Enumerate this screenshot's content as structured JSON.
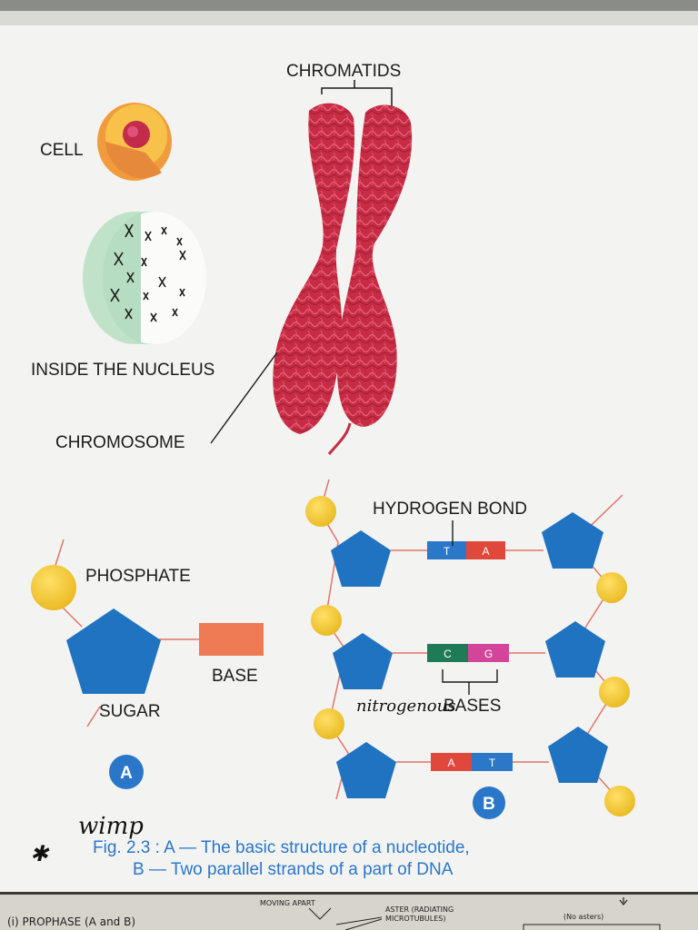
{
  "top_labels": {
    "cell": "CELL",
    "chromatids": "CHROMATIDS",
    "inside_nucleus": "INSIDE THE NUCLEUS",
    "chromosome": "CHROMOSOME"
  },
  "nucleotide": {
    "phosphate": "PHOSPHATE",
    "base": "BASE",
    "sugar": "SUGAR",
    "badge": "A"
  },
  "dna": {
    "hydrogen_bond": "HYDROGEN BOND",
    "bases_label": "BASES",
    "badge": "B",
    "pairs": [
      {
        "left": "T",
        "right": "A",
        "left_color": "#2b78c8",
        "right_color": "#e0483c"
      },
      {
        "left": "C",
        "right": "G",
        "left_color": "#1f7a58",
        "right_color": "#d3459a"
      },
      {
        "left": "A",
        "right": "T",
        "left_color": "#e0483c",
        "right_color": "#2b78c8"
      }
    ]
  },
  "caption": {
    "line1": "Fig. 2.3 :  A — The basic structure of a nucleotide,",
    "line2": "B — Two parallel strands of a part of DNA"
  },
  "handwriting": {
    "note1": "nitrogenous",
    "note2": "wimp",
    "star": "✱"
  },
  "bottom_strip": {
    "prophase": "(i) PROPHASE (A and B)",
    "moving_apart": "MOVING APART",
    "aster": "ASTER (RADIATING",
    "microtubules": "MICROTUBULES)",
    "no_asters": "(No asters)"
  },
  "colors": {
    "sugar": "#1f73c0",
    "phosphate": "#f2c62b",
    "base": "#ef7b55",
    "chromosome": "#c72c44",
    "caption": "#2a77c9"
  }
}
